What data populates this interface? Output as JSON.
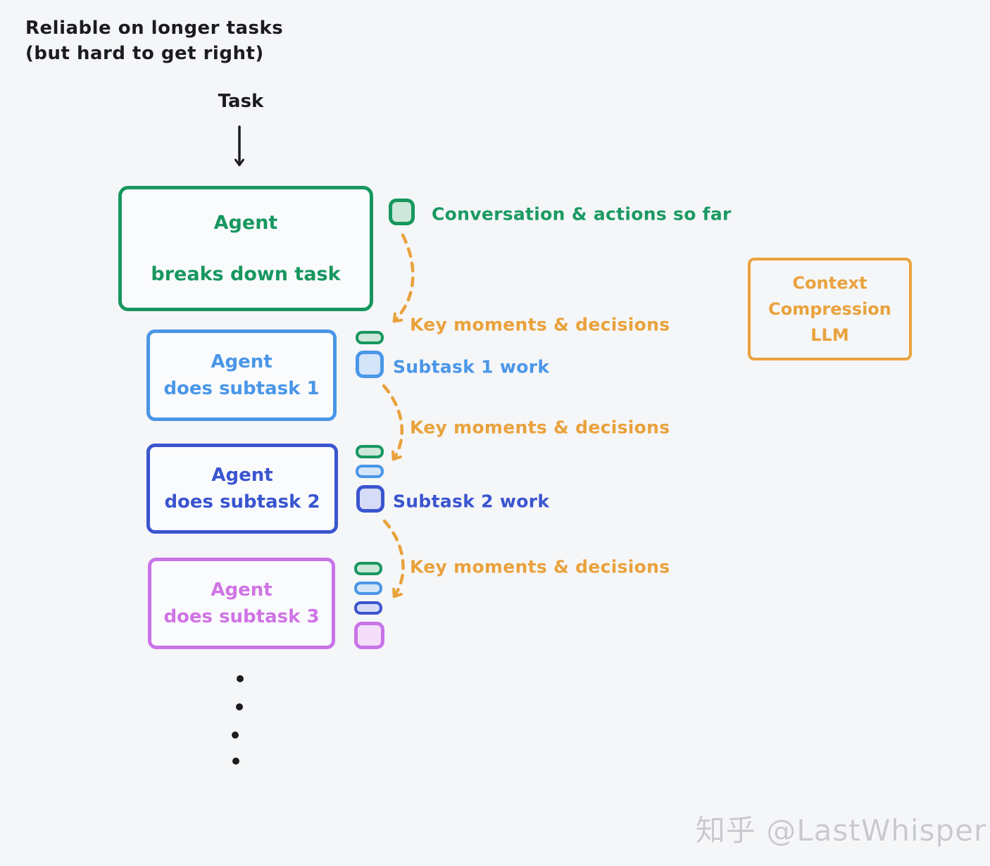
{
  "title": {
    "line1": "Reliable on longer tasks",
    "line2": "(but hard to get right)"
  },
  "flow": {
    "task_label": "Task"
  },
  "main_agent_box": {
    "title": "Agent",
    "subtitle": "breaks down task"
  },
  "subtask_boxes": [
    {
      "title": "Agent",
      "subtitle": "does subtask 1"
    },
    {
      "title": "Agent",
      "subtitle": "does subtask 2"
    },
    {
      "title": "Agent",
      "subtitle": "does subtask 3"
    }
  ],
  "context_box": {
    "line1": "Context",
    "line2": "Compression",
    "line3": "LLM"
  },
  "annotations": {
    "conversation": "Conversation & actions so far",
    "key_moments": "Key moments & decisions",
    "subtask1_work": "Subtask 1 work",
    "subtask2_work": "Subtask 2 work"
  },
  "watermark": "知乎 @LastWhisper",
  "colors": {
    "green": "#17975f",
    "light_blue": "#4a96e8",
    "dark_blue": "#3a55cf",
    "purple": "#c873e8",
    "orange": "#e9a23c",
    "ink": "#1b1c1f",
    "background": "#f5f6f8",
    "watermark_gray": "#c9cacd"
  }
}
